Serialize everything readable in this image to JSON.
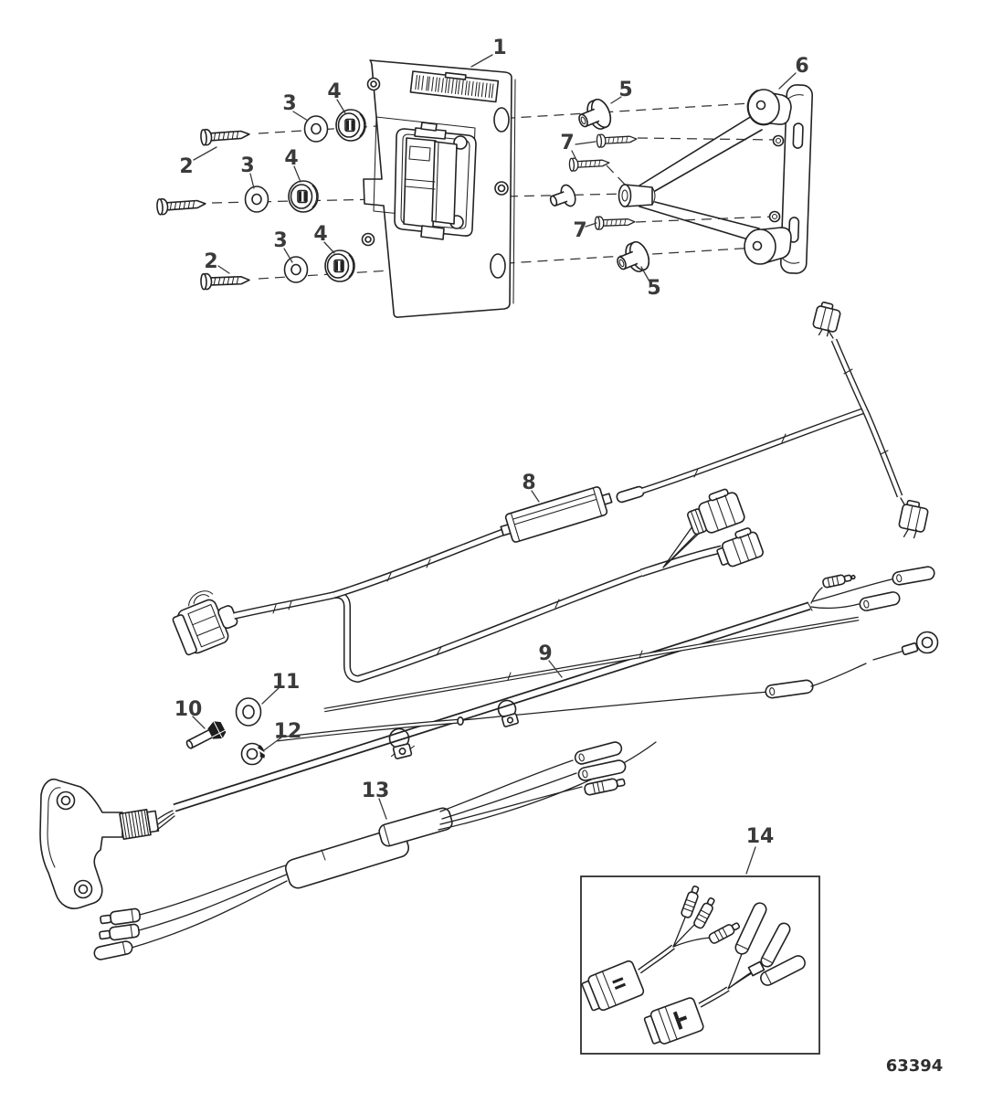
{
  "figure": {
    "drawing_number": "63394"
  },
  "callouts": [
    {
      "label": "1"
    },
    {
      "label": "2"
    },
    {
      "label": "2"
    },
    {
      "label": "3"
    },
    {
      "label": "3"
    },
    {
      "label": "3"
    },
    {
      "label": "4"
    },
    {
      "label": "4"
    },
    {
      "label": "4"
    },
    {
      "label": "5"
    },
    {
      "label": "5"
    },
    {
      "label": "6"
    },
    {
      "label": "7"
    },
    {
      "label": "7"
    },
    {
      "label": "8"
    },
    {
      "label": "9"
    },
    {
      "label": "10"
    },
    {
      "label": "11"
    },
    {
      "label": "12"
    },
    {
      "label": "13"
    },
    {
      "label": "14"
    }
  ]
}
